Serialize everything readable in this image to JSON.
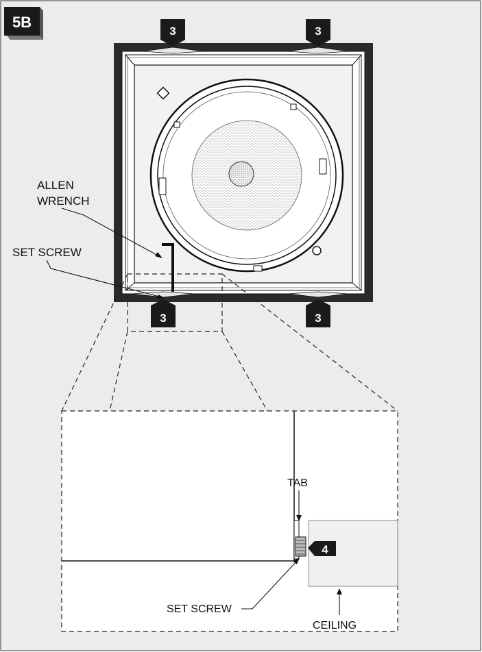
{
  "step_badge": "5B",
  "callouts": {
    "top_left": "3",
    "top_right": "3",
    "bottom_left": "3",
    "bottom_right": "3",
    "detail_step": "4"
  },
  "labels": {
    "allen_wrench_line1": "ALLEN",
    "allen_wrench_line2": "WRENCH",
    "set_screw_top": "SET SCREW",
    "tab": "TAB",
    "set_screw_detail": "SET SCREW",
    "ceiling": "CEILING"
  },
  "colors": {
    "panel_background": "#ececec",
    "frame": "#2a2a2a",
    "badge": "#1a1a1a",
    "ceiling_fill": "#f0f0f2"
  }
}
